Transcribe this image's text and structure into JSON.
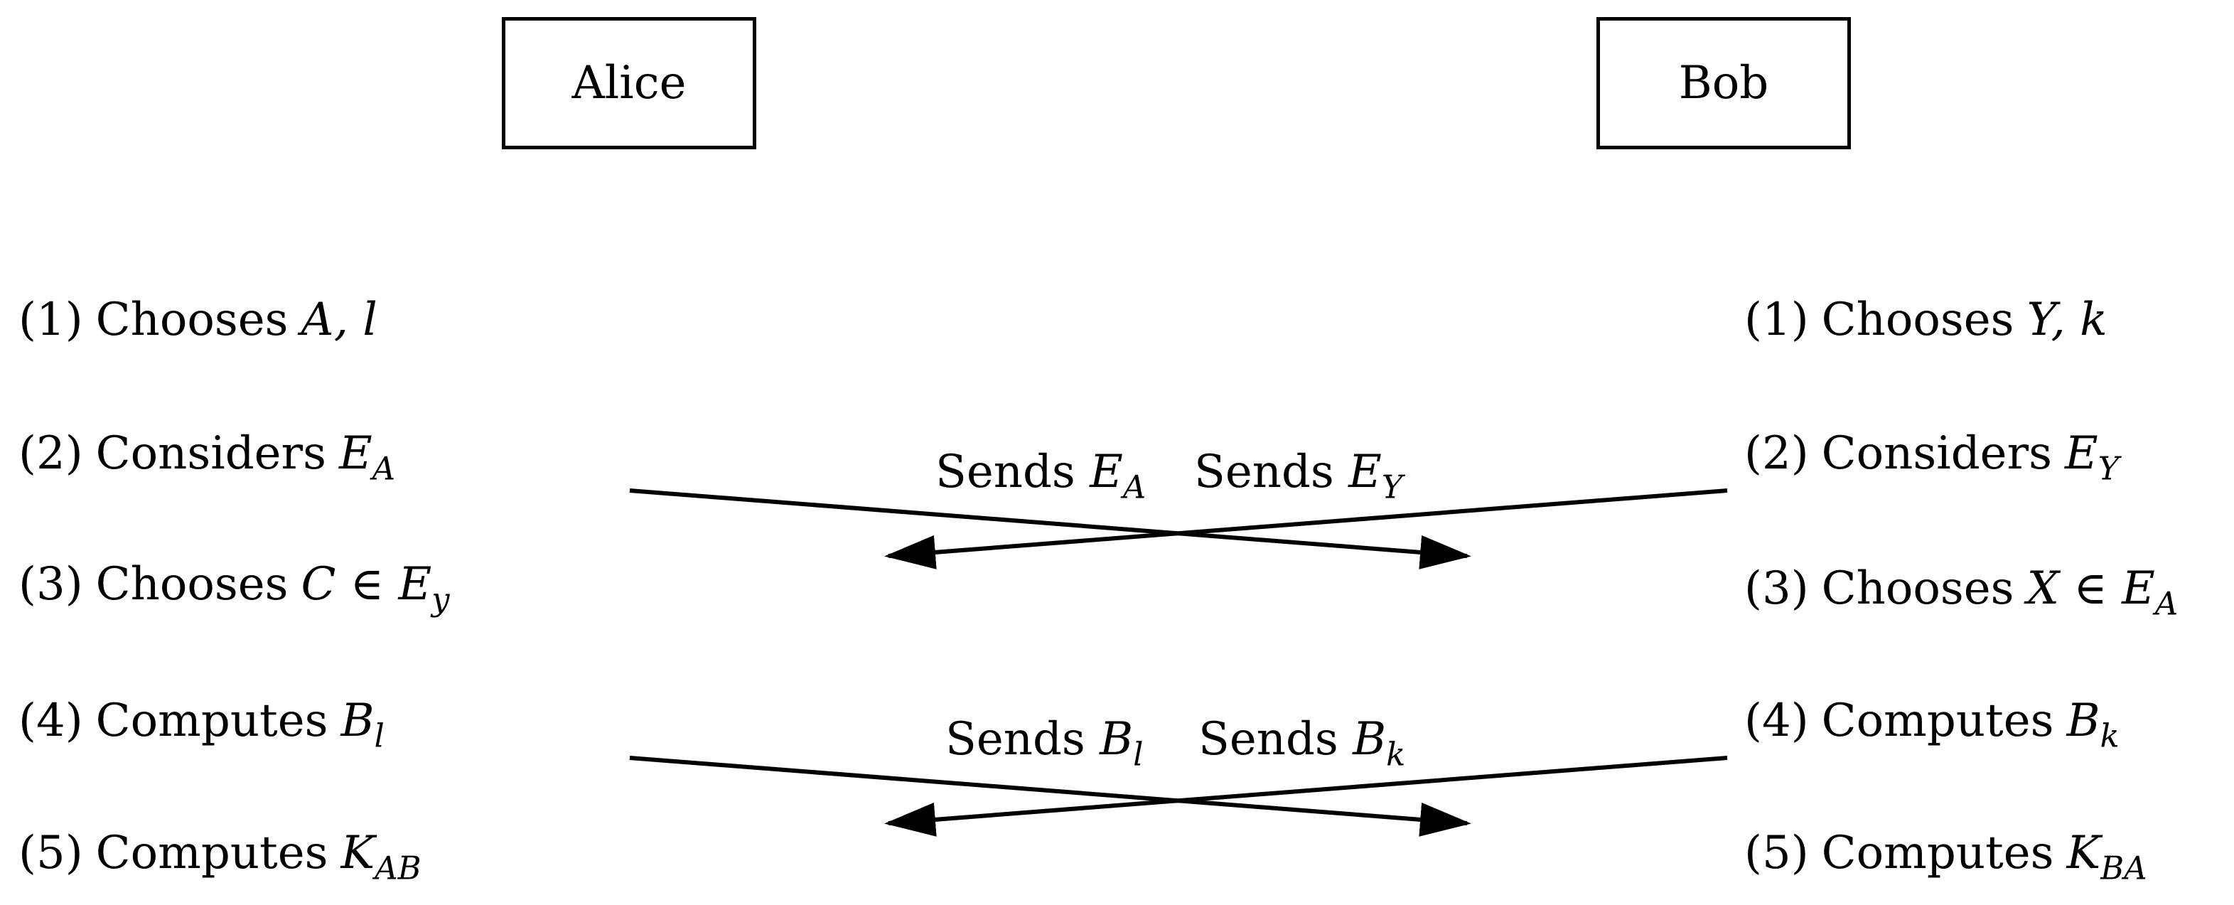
{
  "parties": {
    "left": "Alice",
    "right": "Bob"
  },
  "alice_steps": [
    {
      "num": "(1)",
      "verb": "Chooses",
      "math": "A, l",
      "sub": ""
    },
    {
      "num": "(2)",
      "verb": "Considers",
      "math": "E",
      "sub": "A"
    },
    {
      "num": "(3)",
      "verb": "Chooses",
      "math": "C ∈ E",
      "sub": "y"
    },
    {
      "num": "(4)",
      "verb": "Computes",
      "math": "B",
      "sub": "l"
    },
    {
      "num": "(5)",
      "verb": "Computes",
      "math": "K",
      "sub": "AB"
    }
  ],
  "bob_steps": [
    {
      "num": "(1)",
      "verb": "Chooses",
      "math": "Y, k",
      "sub": ""
    },
    {
      "num": "(2)",
      "verb": "Considers",
      "math": "E",
      "sub": "Y"
    },
    {
      "num": "(3)",
      "verb": "Chooses",
      "math": "X ∈ E",
      "sub": "A"
    },
    {
      "num": "(4)",
      "verb": "Computes",
      "math": "B",
      "sub": "k"
    },
    {
      "num": "(5)",
      "verb": "Computes",
      "math": "K",
      "sub": "BA"
    }
  ],
  "messages": {
    "first": {
      "alice_label": "Sends",
      "alice_math": "E",
      "alice_sub": "A",
      "bob_label": "Sends",
      "bob_math": "E",
      "bob_sub": "Y"
    },
    "second": {
      "alice_label": "Sends",
      "alice_math": "B",
      "alice_sub": "l",
      "bob_label": "Sends",
      "bob_math": "B",
      "bob_sub": "k"
    }
  }
}
